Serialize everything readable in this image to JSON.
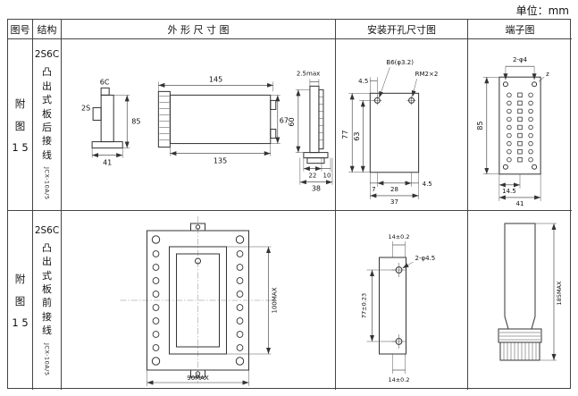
{
  "page": {
    "unit": "单位：mm"
  },
  "headers": {
    "fig": "图号",
    "structure": "结构",
    "outline": "外 形 尺 寸 图",
    "mounting": "安装开孔尺寸图",
    "terminal": "端子图"
  },
  "rows": [
    {
      "fig": {
        "c1": "附",
        "c2": "图",
        "c3": "1 5"
      },
      "structure": {
        "code": "2S6C",
        "desc": "凸出式板后接线",
        "part": "JCX-10A/5"
      },
      "outline": {
        "d_6c": "6C",
        "d_2s": "2S",
        "d_85": "85",
        "d_41": "41",
        "d_145": "145",
        "d_135": "135",
        "d_67": "67",
        "d_25": "2.5max",
        "d_60": "60",
        "d_22": "22",
        "d_10": "10",
        "d_38": "38"
      },
      "mounting": {
        "d_45a": "4.5",
        "label_b6": "B6(φ3.2)",
        "label_rm": "RM2×2",
        "d_77": "77",
        "d_63": "63",
        "d_7": "7",
        "d_28": "28",
        "d_37": "37",
        "d_45b": "4.5"
      },
      "terminal": {
        "d_phi": "2-φ4",
        "d_z": "z",
        "d_85": "85",
        "d_145": "14.5",
        "d_41": "41"
      }
    },
    {
      "fig": {
        "c1": "附",
        "c2": "图",
        "c3": "1 5"
      },
      "structure": {
        "code": "2S6C",
        "desc": "凸出式板前接线",
        "part": "JCX-10A/5"
      },
      "outline": {
        "d_100": "100MAX",
        "d_90": "90MAX"
      },
      "mounting": {
        "d_14t": "14±0.2",
        "d_phi": "2-φ4.5",
        "d_77": "77±0.23",
        "d_14b": "14±0.2"
      },
      "terminal": {
        "d_185": "185MAX"
      }
    }
  ]
}
